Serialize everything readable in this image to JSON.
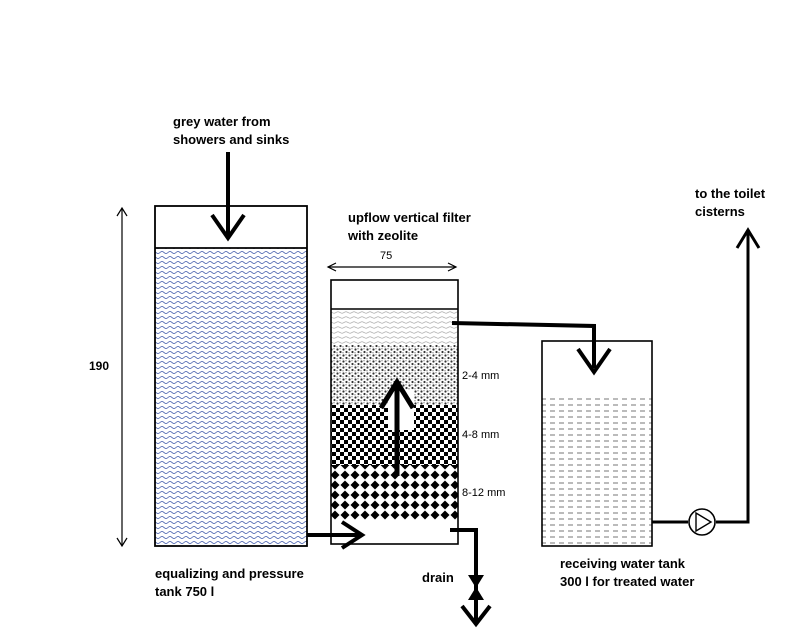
{
  "labels": {
    "inflow_line1": "grey water from",
    "inflow_line2": "showers and sinks",
    "equalizing_line1": "equalizing and pressure",
    "equalizing_line2": "tank 750 l",
    "filter_line1": "upflow vertical filter",
    "filter_line2": "with zeolite",
    "receiving_line1": "receiving water tank",
    "receiving_line2": "300 l  for treated water",
    "toilet_line1": "to the toilet",
    "toilet_line2": "cisterns",
    "drain": "drain"
  },
  "dimensions": {
    "height": "190",
    "width": "75"
  },
  "filter_layers": [
    {
      "size": "2-4 mm"
    },
    {
      "size": "4-8 mm"
    },
    {
      "size": "8-12 mm"
    }
  ],
  "colors": {
    "equalizing_water": "#3a55a8",
    "stroke": "#000000"
  }
}
